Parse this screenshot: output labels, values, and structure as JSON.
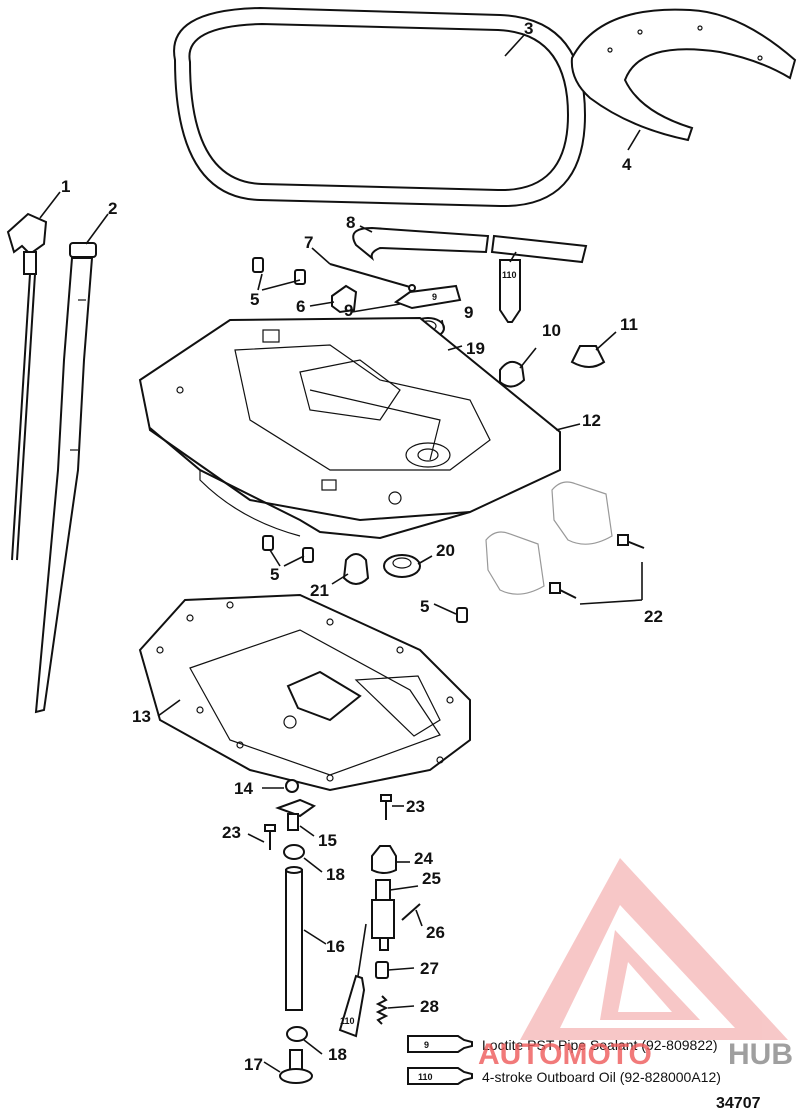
{
  "figure_number": "34707",
  "part_labels": [
    "1",
    "2",
    "3",
    "4",
    "5",
    "6",
    "7",
    "8",
    "9",
    "10",
    "11",
    "12",
    "13",
    "14",
    "15",
    "16",
    "17",
    "18",
    "19",
    "20",
    "21",
    "22",
    "23",
    "24",
    "25",
    "26",
    "27",
    "28"
  ],
  "repeat_labels": {
    "p5b": "5",
    "p5c": "5",
    "p9b": "9",
    "p18b": "18",
    "p23b": "23"
  },
  "tube_labels": {
    "sealant": "9",
    "oil": "110"
  },
  "legend": [
    {
      "code": "9",
      "text": "Loctite PST Pipe Sealant (92-809822)"
    },
    {
      "code": "110",
      "text": "4-stroke Outboard Oil (92-828000A12)"
    }
  ],
  "watermark": {
    "brand_left": "AUTOMOTO",
    "brand_right": "HUB",
    "color": "#ee5a5a"
  }
}
